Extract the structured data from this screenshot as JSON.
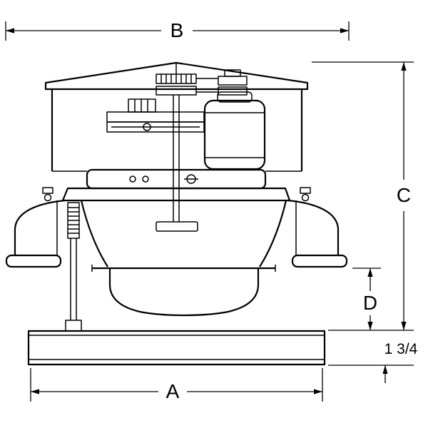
{
  "diagram": {
    "kind": "dimension-drawing",
    "style": {
      "line_color": "#000000",
      "background": "#ffffff"
    }
  },
  "dimensions": {
    "top_width_label": "B",
    "overall_height_label": "C",
    "clearance_height_label": "D",
    "base_height_label": "1 3/4",
    "bottom_width_label": "A"
  }
}
